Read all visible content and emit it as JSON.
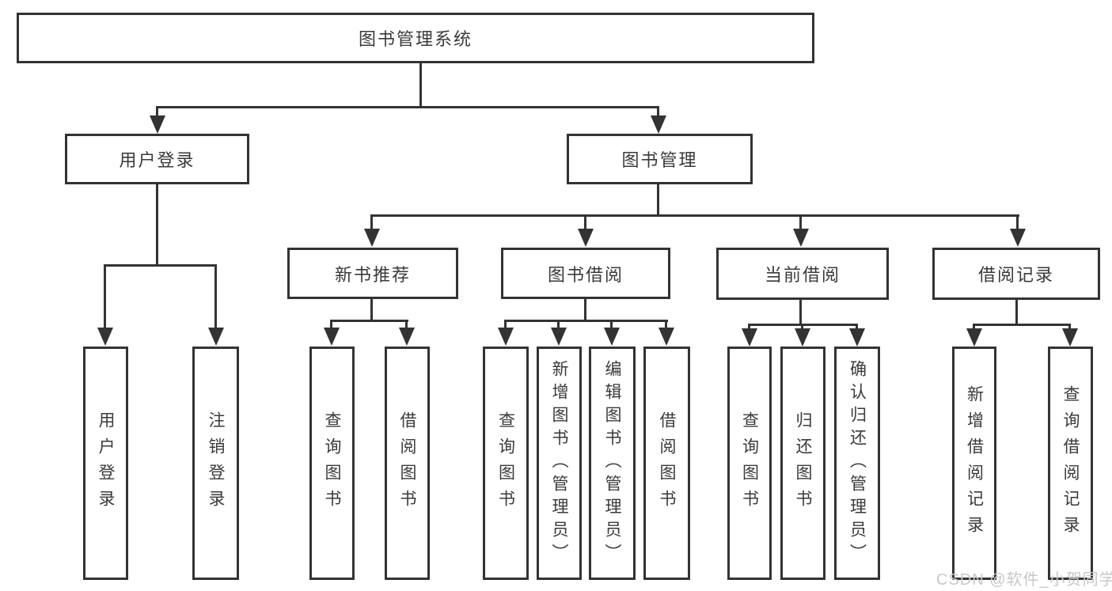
{
  "chart": {
    "root": {
      "label": "图书管理系统"
    },
    "branches": [
      {
        "label": "用户登录",
        "children": [
          {
            "label": "用户登录"
          },
          {
            "label": "注销登录"
          }
        ]
      },
      {
        "label": "图书管理",
        "children": [
          {
            "label": "新书推荐",
            "children": [
              {
                "label": "查询图书"
              },
              {
                "label": "借阅图书"
              }
            ]
          },
          {
            "label": "图书借阅",
            "children": [
              {
                "label": "查询图书"
              },
              {
                "label": "新增图书（管理员）"
              },
              {
                "label": "编辑图书（管理员）"
              },
              {
                "label": "借阅图书"
              }
            ]
          },
          {
            "label": "当前借阅",
            "children": [
              {
                "label": "查询图书"
              },
              {
                "label": "归还图书"
              },
              {
                "label": "确认归还（管理员）"
              }
            ]
          },
          {
            "label": "借阅记录",
            "children": [
              {
                "label": "新增借阅记录"
              },
              {
                "label": "查询借阅记录"
              }
            ]
          }
        ]
      }
    ]
  },
  "watermark": {
    "text": "CSDN @软件_小贺同学",
    "color": "#c8c8c8"
  },
  "style": {
    "line_color": "#333333",
    "text_color": "#3a3a3a",
    "background": "#ffffff"
  }
}
